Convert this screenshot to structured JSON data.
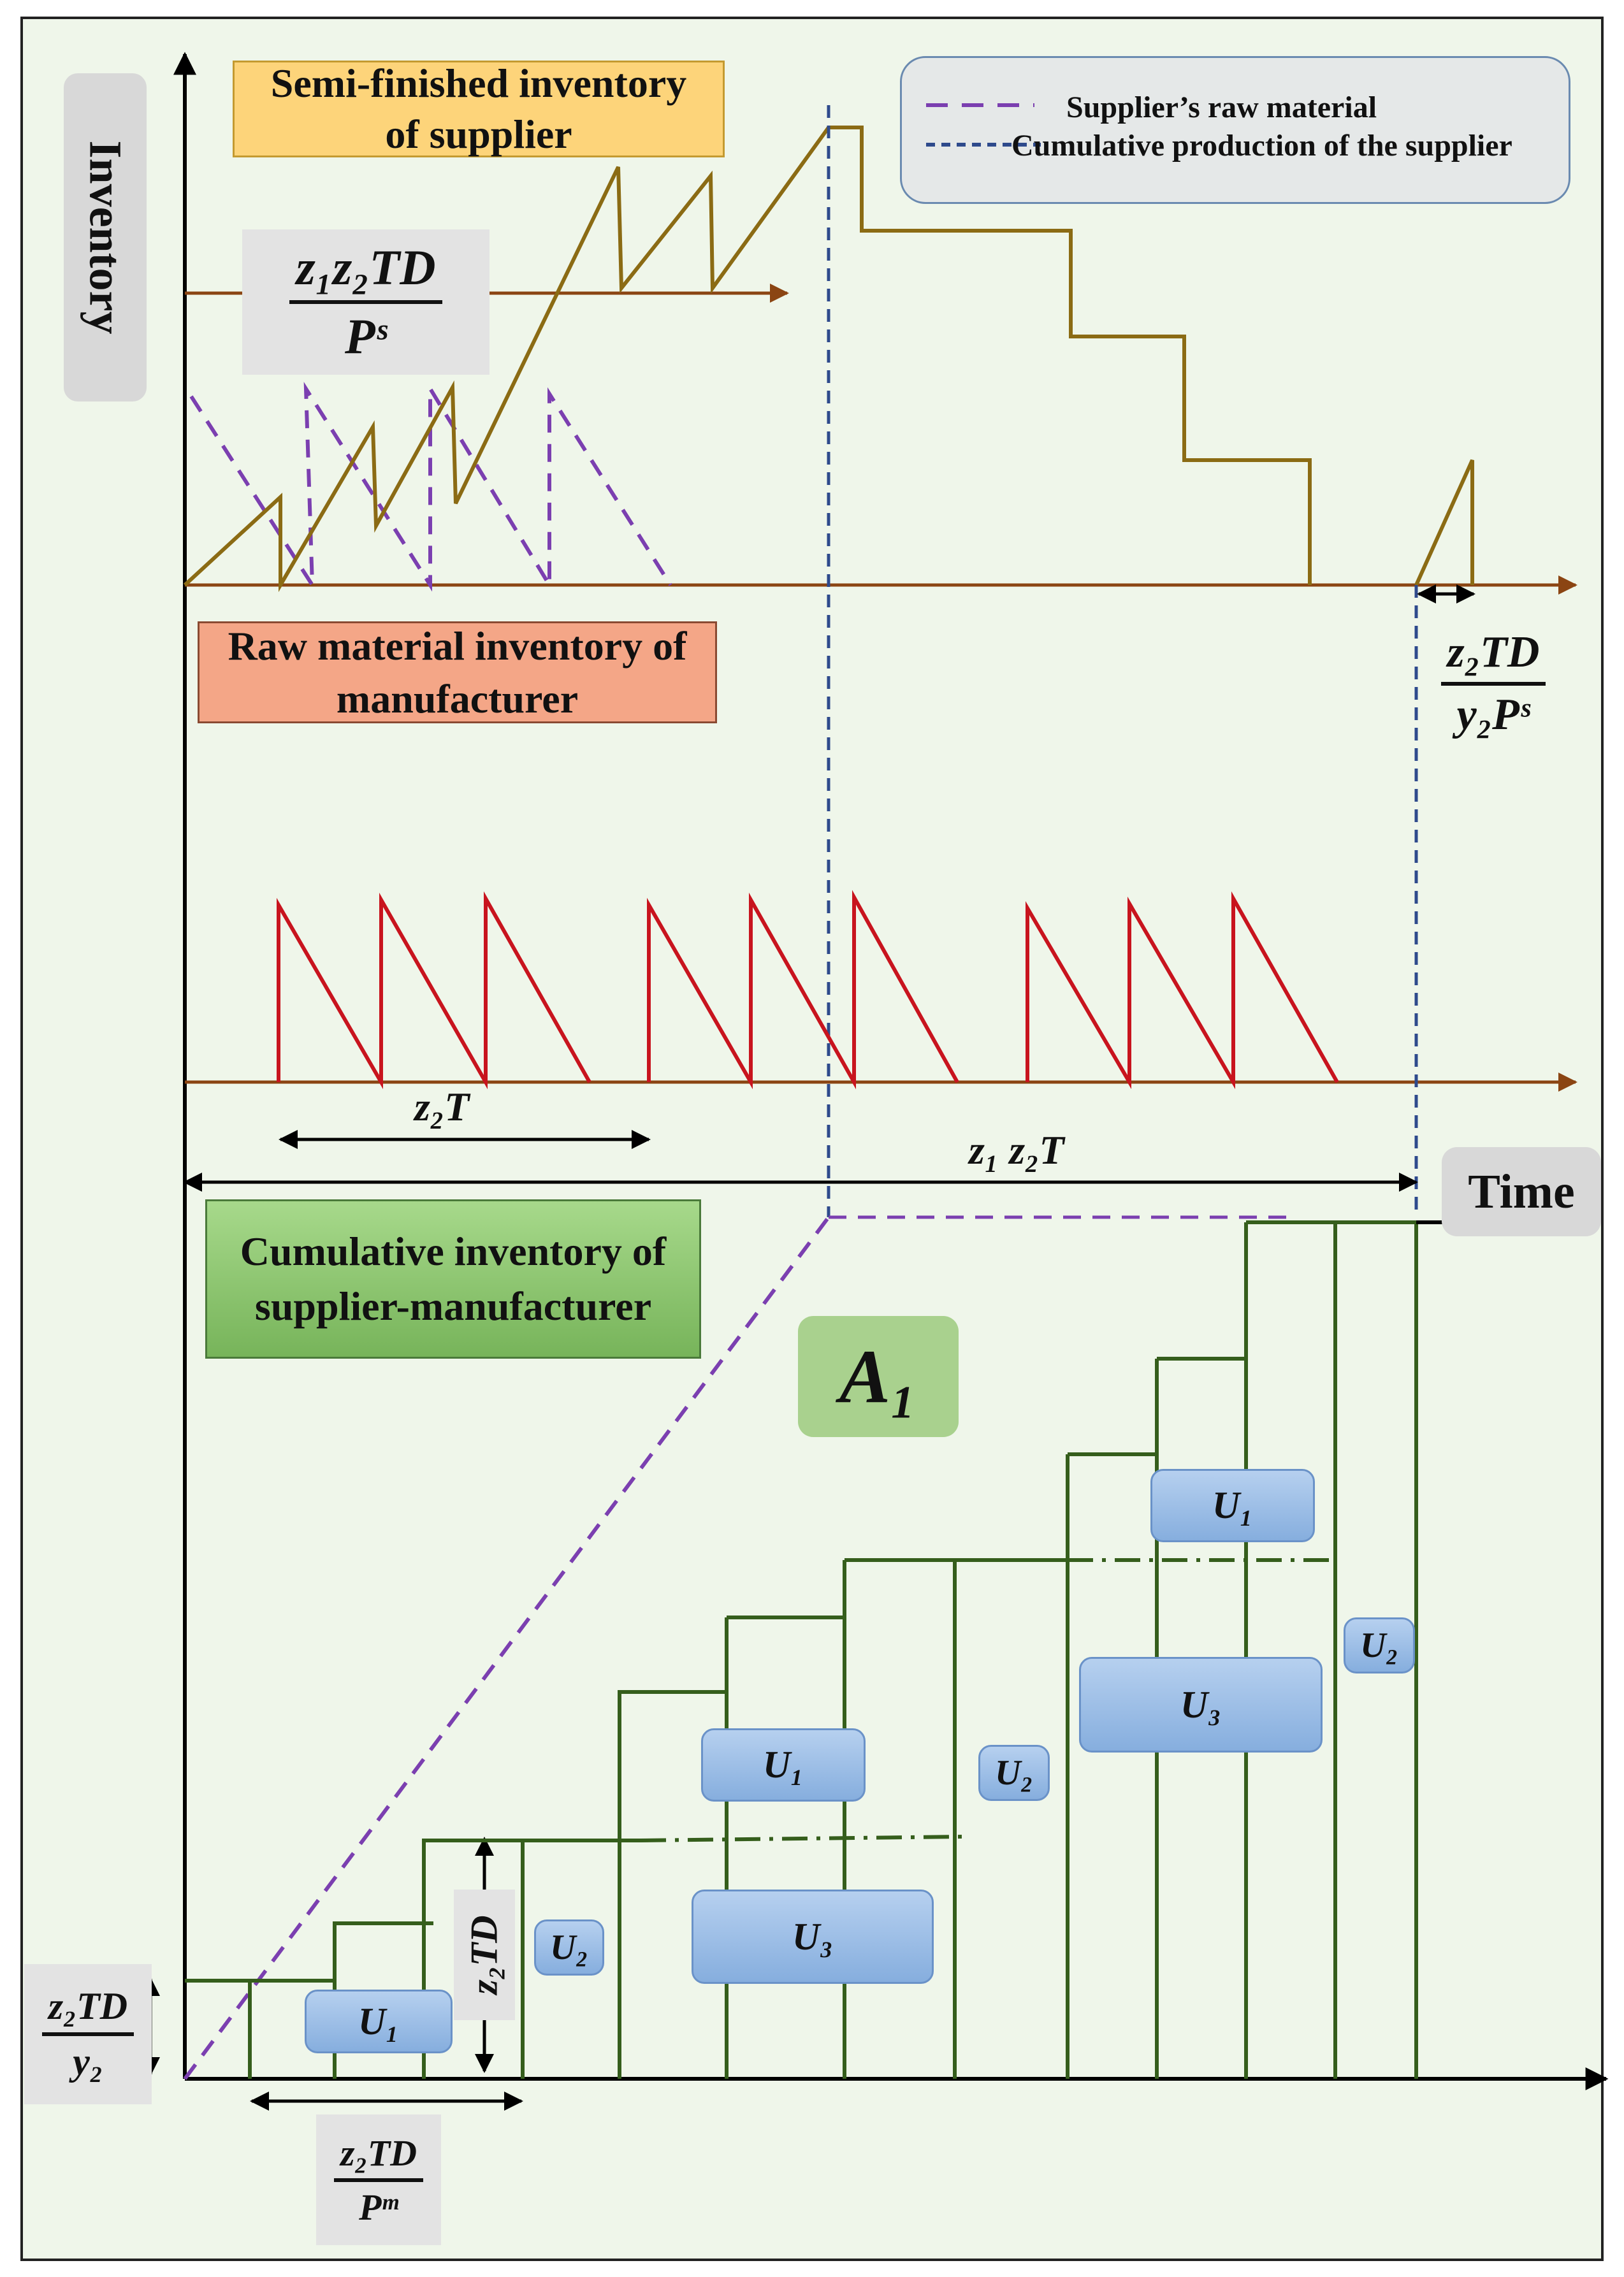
{
  "axes": {
    "y_label": "Inventory",
    "x_label": "Time"
  },
  "sections": {
    "semi_finished": "Semi-finished inventory of supplier",
    "raw_material": "Raw material inventory of manufacturer",
    "cumulative": "Cumulative inventory of supplier-manufacturer"
  },
  "legend": {
    "items": [
      {
        "label": "Supplier’s raw material",
        "style": "dashed",
        "color": "#7b3fb0"
      },
      {
        "label": "Cumulative production of the supplier",
        "style": "dashed",
        "color": "#2e4a8c"
      }
    ]
  },
  "formulas": {
    "semi_level_num": "z₁z₂TD",
    "semi_level_den": "Pˢ",
    "prod_time_num": "z₂TD",
    "prod_time_den": "y₂Pˢ",
    "cycle_short": "z₂T",
    "cycle_long": "z₁ z₂T",
    "lot_num": "z₂TD",
    "lot_den": "y₂",
    "step_height": "z₂TD",
    "step_width_num": "z₂TD",
    "step_width_den": "Pᵐ"
  },
  "area_label": "A₁",
  "regions": {
    "u1": "U₁",
    "u2": "U₂",
    "u3": "U₃"
  },
  "colors": {
    "background": "#eff6ea",
    "axis": "#000000",
    "baseline": "#8b4513",
    "semi_line": "#8b6b14",
    "raw_line": "#c8141e",
    "cumulative_line": "#355e1c",
    "raw_material_dash": "#7b3fb0",
    "production_dash": "#2e4a8c"
  }
}
